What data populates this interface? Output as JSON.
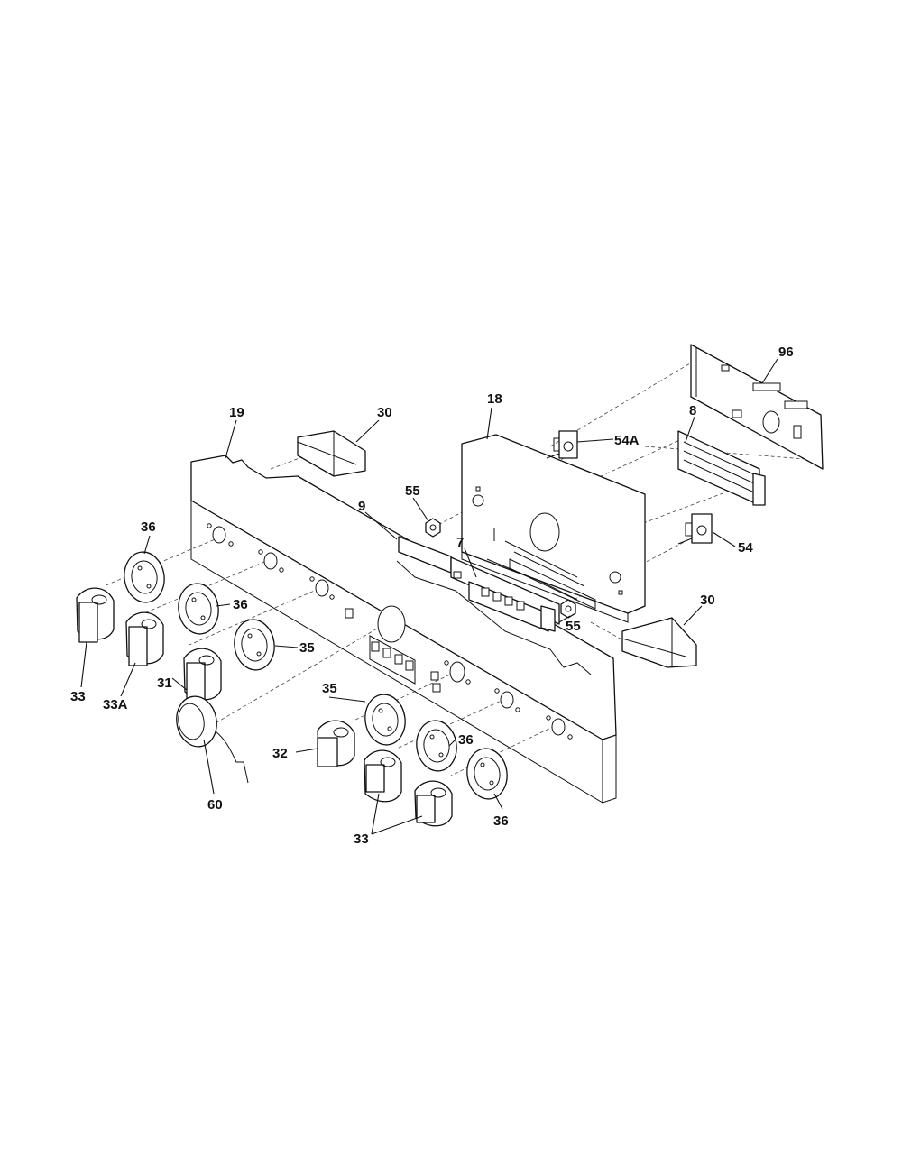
{
  "labels": {
    "p96": "96",
    "p18": "18",
    "p19": "19",
    "p30a": "30",
    "p30b": "30",
    "p54a": "54A",
    "p8": "8",
    "p54": "54",
    "p55a": "55",
    "p55b": "55",
    "p9": "9",
    "p7": "7",
    "p36a": "36",
    "p36b": "36",
    "p36c": "36",
    "p36d": "36",
    "p35a": "35",
    "p35b": "35",
    "p33a": "33",
    "p33b": "33",
    "p33A": "33A",
    "p31": "31",
    "p32": "32",
    "p60": "60"
  }
}
